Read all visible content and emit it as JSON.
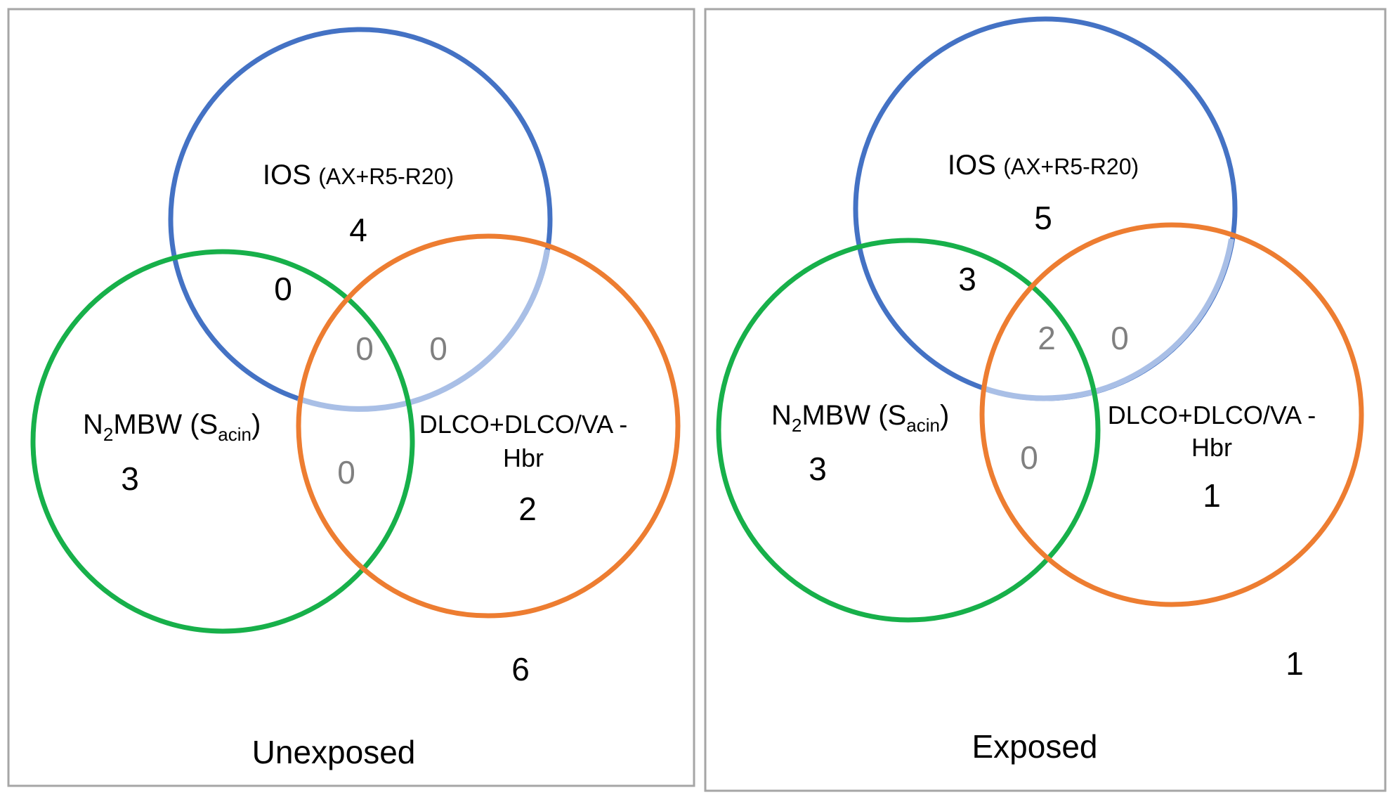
{
  "colors": {
    "ios_circle": "#4472C4",
    "ios_circle_behind": "#A9BFE6",
    "n2mbw_circle": "#17B04A",
    "dlco_circle": "#ED7D31",
    "panel_border": "#A6A6A6",
    "count_dark": "#000000",
    "count_grey": "#808080"
  },
  "sets": {
    "ios": {
      "name": "IOS",
      "detail": "(AX+R5-R20)"
    },
    "n2mbw": {
      "n_prefix": "N",
      "n_sub": "2",
      "mid": "MBW (S",
      "s_sub": "acin",
      "close": ")"
    },
    "dlco": {
      "line1": "DLCO+DLCO/VA -",
      "line2": "Hbr"
    }
  },
  "panels": [
    {
      "title": "Unexposed",
      "counts": {
        "ios_only": "4",
        "ios_n2mbw": "0",
        "all_three": "0",
        "ios_dlco": "0",
        "n2mbw_only": "3",
        "n2mbw_dlco": "0",
        "dlco_only": "2",
        "outside": "6"
      }
    },
    {
      "title": "Exposed",
      "counts": {
        "ios_only": "5",
        "ios_n2mbw": "3",
        "all_three": "2",
        "ios_dlco": "0",
        "n2mbw_only": "3",
        "n2mbw_dlco": "0",
        "dlco_only": "1",
        "outside": "1"
      }
    }
  ]
}
